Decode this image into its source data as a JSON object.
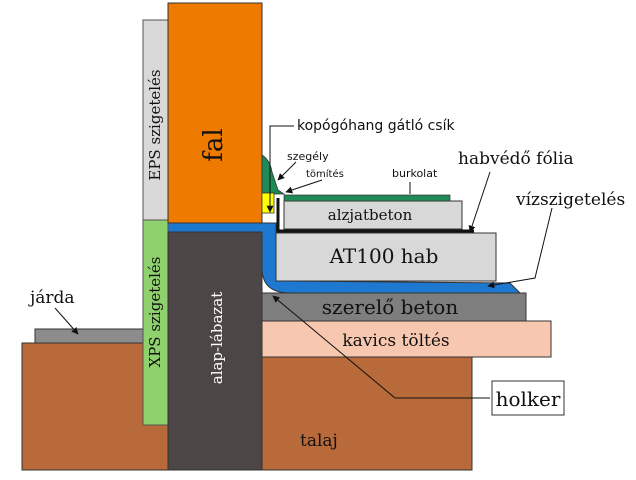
{
  "labels": {
    "fal": "fal",
    "eps": "EPS szigetelés",
    "xps": "XPS szigetelés",
    "alap": "alap-lábazat",
    "talaj": "talaj",
    "jarda": "járda",
    "kopogo": "kopógóhang gátló csík",
    "szegely": "szegély",
    "tomites": "tömítés",
    "burkolat": "burkolat",
    "habvedo": "habvédő fólia",
    "alzjat": "alzjatbeton",
    "vizszig": "vízszigetelés",
    "at100": "AT100 hab",
    "szerelo": "szerelő beton",
    "kavics": "kavics töltés",
    "holker": "holker"
  },
  "colors": {
    "wall": "#EE7A00",
    "foundation": "#4C4746",
    "soil": "#B96A3A",
    "eps": "#D9D9D9",
    "xps": "#8FD16C",
    "waterproof": "#1E78D0",
    "screed": "#D8D8D8",
    "foam": "#D8D8D8",
    "subbase": "#7E7E7E",
    "gravel": "#F8C7B0",
    "tile": "#1E8A55",
    "skirting": "#1E8A55",
    "seal": "#FFFF00",
    "pavement": "#8C8C8C"
  }
}
